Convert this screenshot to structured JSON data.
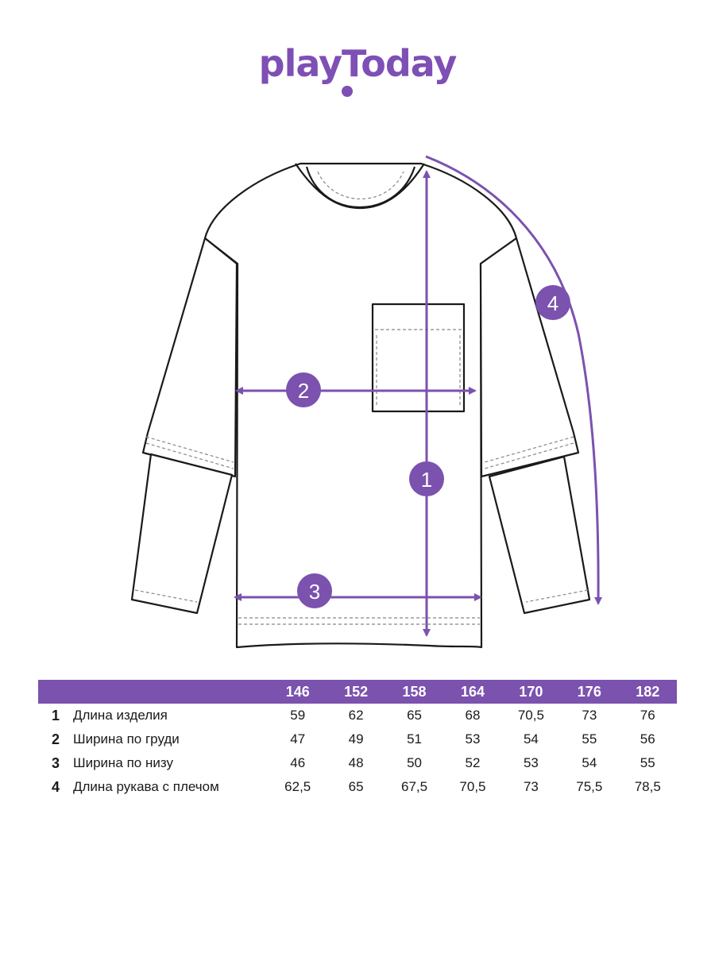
{
  "brand": {
    "logo_text": "playToday",
    "accent_color": "#7B52AE",
    "logo_color": "#7E4FB5"
  },
  "diagram": {
    "garment": "long-sleeve t-shirt",
    "markers": [
      {
        "number": "1",
        "measure": "length"
      },
      {
        "number": "2",
        "measure": "chest-width"
      },
      {
        "number": "3",
        "measure": "hem-width"
      },
      {
        "number": "4",
        "measure": "sleeve-length"
      }
    ]
  },
  "size_table": {
    "sizes": [
      "146",
      "152",
      "158",
      "164",
      "170",
      "176",
      "182"
    ],
    "rows": [
      {
        "number": "1",
        "label": "Длина изделия",
        "values": [
          "59",
          "62",
          "65",
          "68",
          "70,5",
          "73",
          "76"
        ]
      },
      {
        "number": "2",
        "label": "Ширина по груди",
        "values": [
          "47",
          "49",
          "51",
          "53",
          "54",
          "55",
          "56"
        ]
      },
      {
        "number": "3",
        "label": "Ширина по низу",
        "values": [
          "46",
          "48",
          "50",
          "52",
          "53",
          "54",
          "55"
        ]
      },
      {
        "number": "4",
        "label": "Длина рукава с плечом",
        "values": [
          "62,5",
          "65",
          "67,5",
          "70,5",
          "73",
          "75,5",
          "78,5"
        ]
      }
    ]
  }
}
